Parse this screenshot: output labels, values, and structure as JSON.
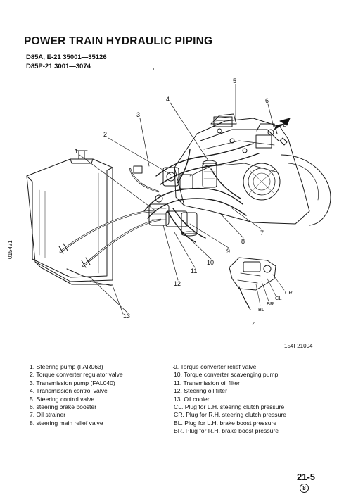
{
  "document": {
    "title": "POWER TRAIN HYDRAULIC PIPING",
    "models": [
      "D85A, E-21   35001—35126",
      "D85P-21   3001—3074"
    ],
    "side_code": "015421",
    "figure_code": "154F21004",
    "page_number": "21-5",
    "revision_mark": "8"
  },
  "diagram": {
    "callouts": [
      "1",
      "2",
      "3",
      "4",
      "5",
      "6",
      "7",
      "8",
      "9",
      "10",
      "11",
      "12",
      "13"
    ],
    "inset_labels": [
      "CR",
      "CL",
      "BR",
      "BL",
      "Z"
    ],
    "view_marker": "Z"
  },
  "legend_left": [
    "1.  Steering pump (FAR063)",
    "2.  Torque converter regulator valve",
    "3.  Transmission pump (FAL040)",
    "4.  Transmission control valve",
    "5.  Steering control valve",
    "6.  steering brake booster",
    "7.  Oil strainer",
    "8.  steering main relief valve"
  ],
  "legend_right": [
    "9.  Torque converter relief valve",
    "10.  Torque converter scavenging pump",
    "11.  Transmission oil filter",
    "12.  Steering oil filter",
    "13.  Oil cooler",
    "CL.  Plug for L.H. steering clutch pressure",
    "CR.  Plug for R.H. steering clutch pressure",
    "BL.  Plug for L.H. brake boost pressure",
    "BR.  Plug for R.H. brake boost pressure"
  ]
}
